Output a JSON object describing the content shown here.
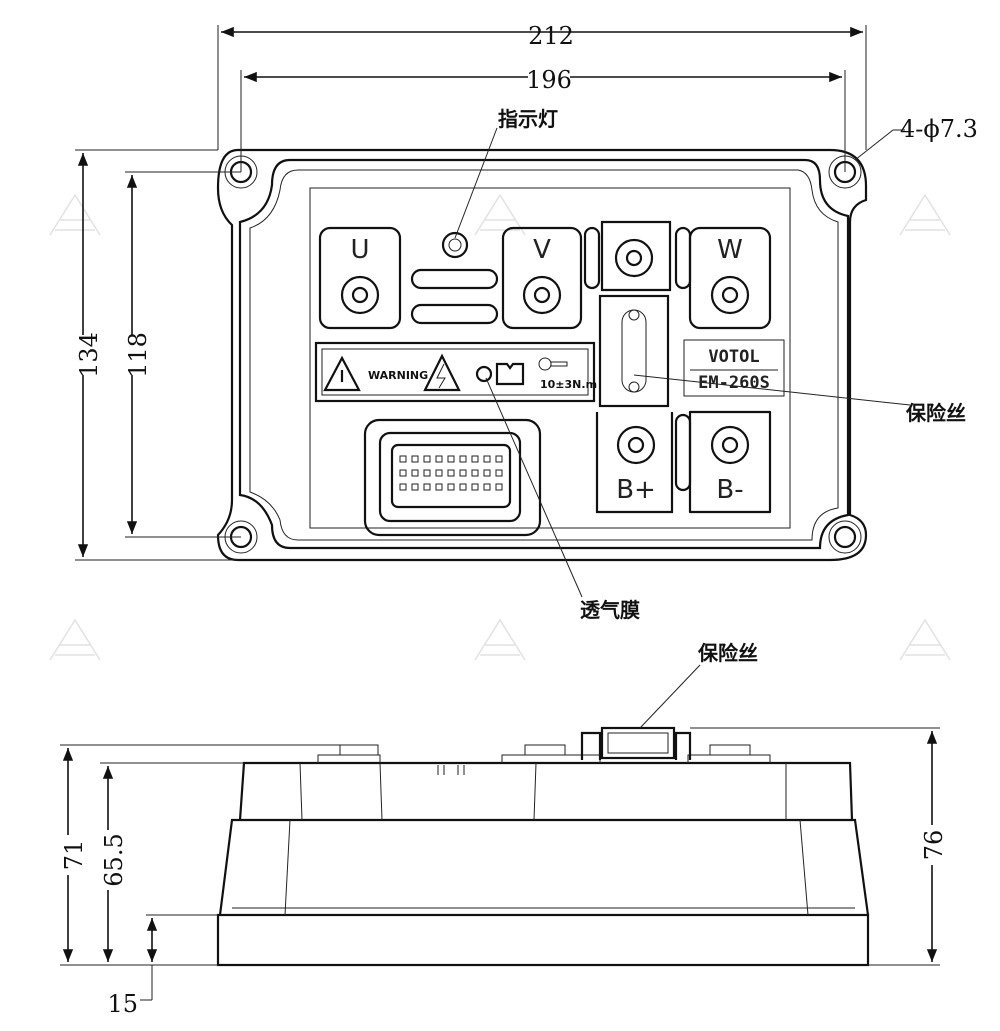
{
  "dimensions": {
    "overall_width": "212",
    "hole_spacing_x": "196",
    "holes": "4-ϕ7.3",
    "overall_height": "134",
    "hole_spacing_y": "118",
    "height_total": "71",
    "height_body": "65.5",
    "height_fuse": "76",
    "base_thickness": "15"
  },
  "callouts": {
    "indicator": "指示灯",
    "fuse_front": "保险丝",
    "vent_membrane": "透气膜",
    "fuse_side": "保险丝"
  },
  "terminals": {
    "u": "U",
    "v": "V",
    "w": "W",
    "b_plus": "B+",
    "b_minus": "B-"
  },
  "label_plate": {
    "warning": "WARNING",
    "torque": "10±3N.m"
  },
  "brand": {
    "name": "VOTOL",
    "model": "EM-260S"
  }
}
